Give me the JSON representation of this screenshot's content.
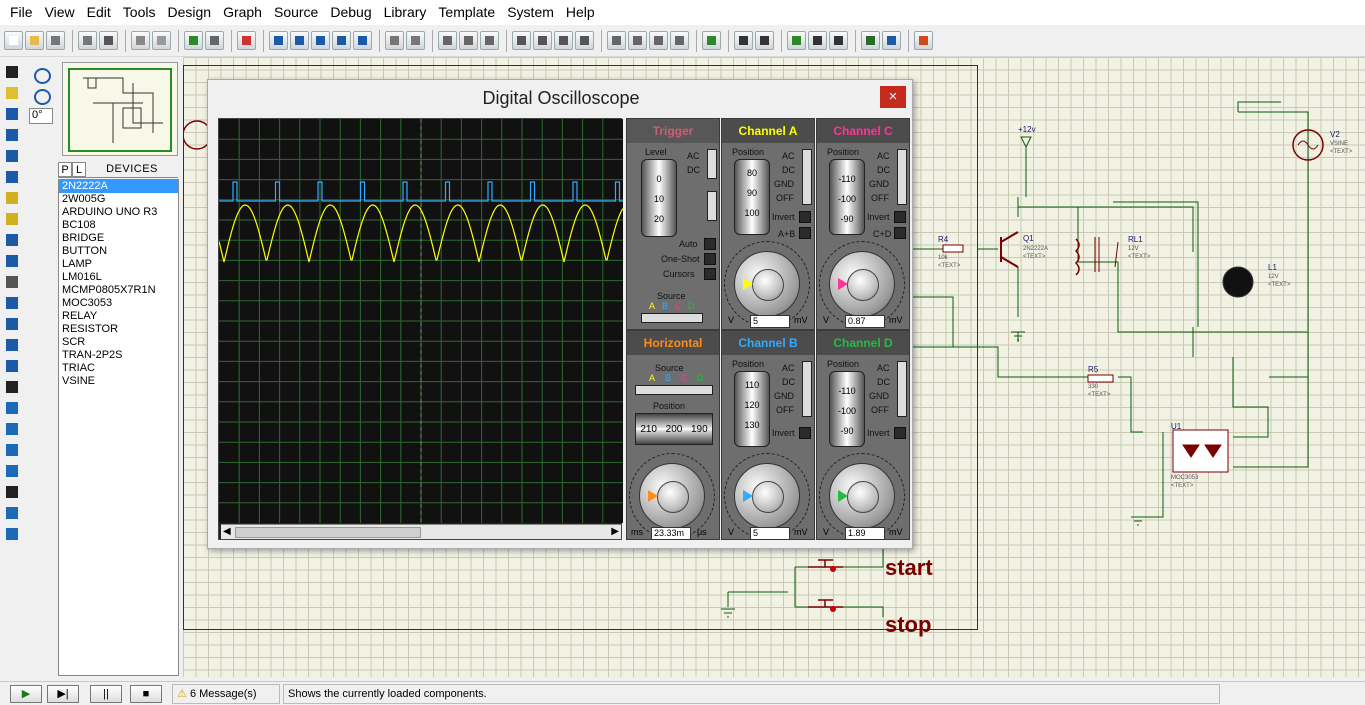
{
  "menu": [
    "File",
    "View",
    "Edit",
    "Tools",
    "Design",
    "Graph",
    "Source",
    "Debug",
    "Library",
    "Template",
    "System",
    "Help"
  ],
  "angle": "0°",
  "device_tabs": {
    "p": "P",
    "l": "L",
    "header": "DEVICES"
  },
  "devices": [
    "2N2222A",
    "2W005G",
    "ARDUINO UNO R3",
    "BC108",
    "BRIDGE",
    "BUTTON",
    "LAMP",
    "LM016L",
    "MCMP0805X7R1N",
    "MOC3053",
    "RELAY",
    "RESISTOR",
    "SCR",
    "TRAN-2P2S",
    "TRIAC",
    "VSINE"
  ],
  "selected_device": "2N2222A",
  "oscilloscope": {
    "title": "Digital Oscilloscope",
    "close": "×",
    "trigger": {
      "title": "Trigger",
      "level": "Level",
      "ac": "AC",
      "dc": "DC",
      "auto": "Auto",
      "one_shot": "One-Shot",
      "cursors": "Cursors",
      "source": "Source",
      "scale": [
        "0",
        "10",
        "20"
      ]
    },
    "channel_a": {
      "title": "Channel A",
      "position": "Position",
      "ac": "AC",
      "dc": "DC",
      "gnd": "GND",
      "off": "OFF",
      "invert": "Invert",
      "sum": "A+B",
      "scale": [
        "80",
        "90",
        "100"
      ],
      "value": "5",
      "unit": "mV",
      "v": "V"
    },
    "channel_b": {
      "title": "Channel B",
      "position": "Position",
      "ac": "AC",
      "dc": "DC",
      "gnd": "GND",
      "off": "OFF",
      "invert": "Invert",
      "scale": [
        "110",
        "120",
        "130"
      ],
      "value": "5",
      "unit": "mV",
      "v": "V"
    },
    "channel_c": {
      "title": "Channel C",
      "position": "Position",
      "ac": "AC",
      "dc": "DC",
      "gnd": "GND",
      "off": "OFF",
      "invert": "Invert",
      "sum": "C+D",
      "scale": [
        "-110",
        "-100",
        "-90"
      ],
      "value": "0.87",
      "unit": "mV",
      "v": "V"
    },
    "channel_d": {
      "title": "Channel D",
      "position": "Position",
      "ac": "AC",
      "dc": "DC",
      "gnd": "GND",
      "off": "OFF",
      "invert": "Invert",
      "scale": [
        "-110",
        "-100",
        "-90"
      ],
      "value": "1.89",
      "unit": "mV",
      "v": "V"
    },
    "horizontal": {
      "title": "Horizontal",
      "source": "Source",
      "position": "Position",
      "scale": [
        "210",
        "200",
        "190"
      ],
      "value": "23.33m",
      "ms": "ms",
      "us": "μs"
    },
    "source_letters": [
      "A",
      "B",
      "C",
      "D"
    ],
    "colors": {
      "a": "#ffff00",
      "b": "#33aaff",
      "c": "#ff3399",
      "d": "#22bb44",
      "trigger": "#ff5577",
      "horizontal": "#ff8c1a"
    }
  },
  "circuit": {
    "r4": "R4",
    "r4v": "10k",
    "q1": "Q1",
    "q1v": "2N2222A",
    "rl1": "RL1",
    "rl1v": "12V",
    "l1": "L1",
    "l1v": "12V",
    "v2": "V2",
    "v2v": "VSINE",
    "r5": "R5",
    "r5v": "330",
    "u1": "U1",
    "u1v": "MOC3053",
    "vcc": "+12v",
    "text": "<TEXT>",
    "start": "start",
    "stop": "stop"
  },
  "status": {
    "messages": "6 Message(s)",
    "hint": "Shows the currently loaded components."
  }
}
